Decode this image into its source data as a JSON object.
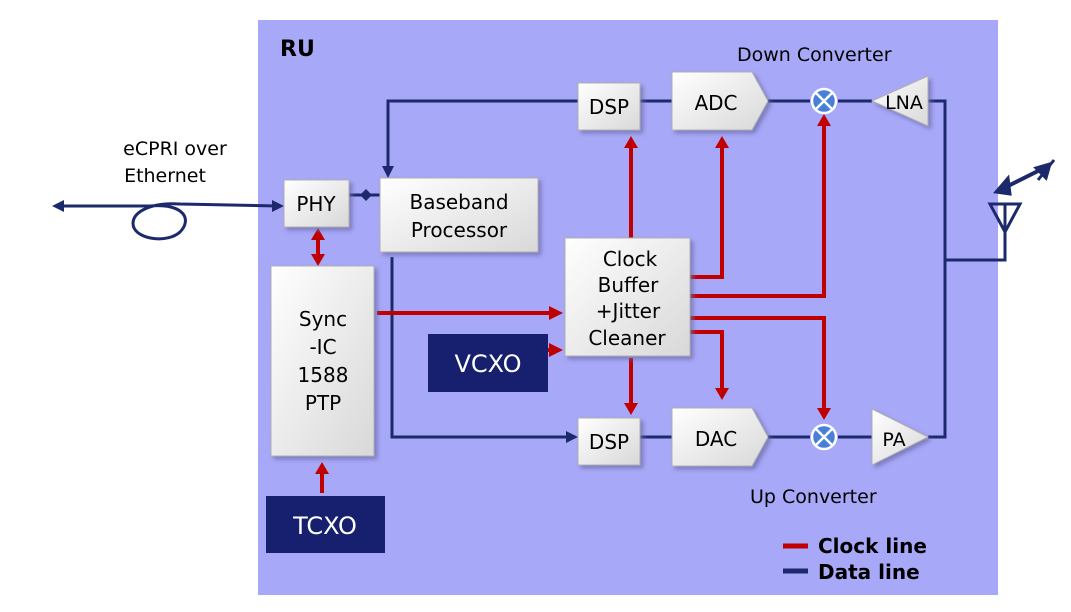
{
  "title": "RU",
  "labels": {
    "ecpri": [
      "eCPRI over",
      "Ethernet"
    ],
    "down_converter": "Down Converter",
    "up_converter": "Up Converter"
  },
  "blocks": {
    "phy": "PHY",
    "baseband": [
      "Baseband",
      "Processor"
    ],
    "sync": [
      "Sync",
      "-IC",
      "1588",
      "PTP"
    ],
    "clock": [
      "Clock",
      "Buffer",
      "+Jitter",
      "Cleaner"
    ],
    "vcxo": "VCXO",
    "tcxo": "TCXO",
    "dsp_top": "DSP",
    "dsp_bottom": "DSP",
    "adc": "ADC",
    "dac": "DAC",
    "lna": "LNA",
    "pa": "PA"
  },
  "legend": {
    "clock_line": "Clock line",
    "data_line": "Data line"
  },
  "colors": {
    "background_panel": "#a8a8f8",
    "clock_line": "#c00000",
    "data_line": "#1c2a6b",
    "oscillator_fill": "#16206e",
    "mixer_fill": "#4a7fd8"
  },
  "icons": {
    "mixer": "mixer-icon",
    "antenna": "antenna-icon"
  }
}
